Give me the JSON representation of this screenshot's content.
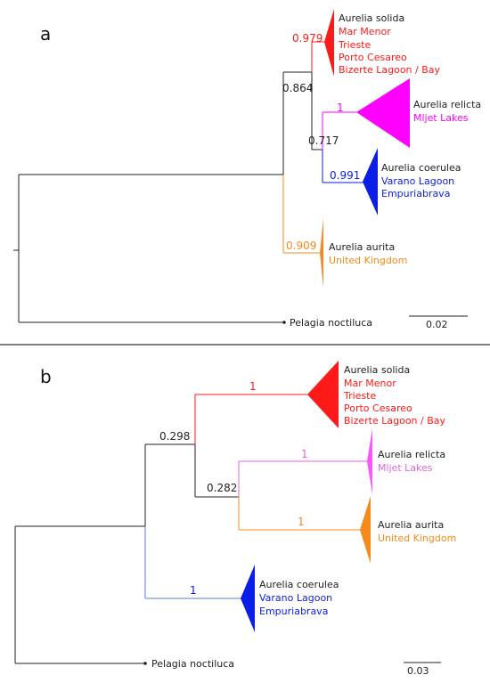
{
  "colors": {
    "black": "#222222",
    "solida": "#ff1a1a",
    "relicta": "#ff00ff",
    "coerulea": "#0a1ee6",
    "aurita": "#f48a1c",
    "blue_line": "#5a7ad8",
    "relicta_line_b": "#e066e0"
  },
  "panel_a": {
    "label": "a",
    "scale": "0.02",
    "supports": {
      "n864": "0.864",
      "n717": "0.717",
      "solida": "0.979",
      "relicta": "1",
      "coerulea": "0.991",
      "aurita": "0.909"
    },
    "clades": {
      "solida": {
        "species": "Aurelia solida",
        "locations": [
          "Mar Menor",
          "Trieste",
          "Porto Cesareo",
          "Bizerte Lagoon / Bay"
        ]
      },
      "relicta": {
        "species": "Aurelia relicta",
        "locations": [
          "Mljet Lakes"
        ]
      },
      "coerulea": {
        "species": "Aurelia coerulea",
        "locations": [
          "Varano Lagoon",
          "Empuriabrava"
        ]
      },
      "aurita": {
        "species": "Aurelia aurita",
        "locations": [
          "United Kingdom"
        ]
      }
    },
    "outgroup": "Pelagia noctiluca"
  },
  "panel_b": {
    "label": "b",
    "scale": "0.03",
    "supports": {
      "n298": "0.298",
      "n282": "0.282",
      "solida": "1",
      "relicta": "1",
      "aurita": "1",
      "coerulea": "1"
    },
    "clades": {
      "solida": {
        "species": "Aurelia solida",
        "locations": [
          "Mar Menor",
          "Trieste",
          "Porto Cesareo",
          "Bizerte Lagoon / Bay"
        ]
      },
      "relicta": {
        "species": "Aurelia relicta",
        "locations": [
          "Mljet Lakes"
        ]
      },
      "aurita": {
        "species": "Aurelia aurita",
        "locations": [
          "United Kingdom"
        ]
      },
      "coerulea": {
        "species": "Aurelia coerulea",
        "locations": [
          "Varano Lagoon",
          "Empuriabrava"
        ]
      }
    },
    "outgroup": "Pelagia noctiluca"
  }
}
